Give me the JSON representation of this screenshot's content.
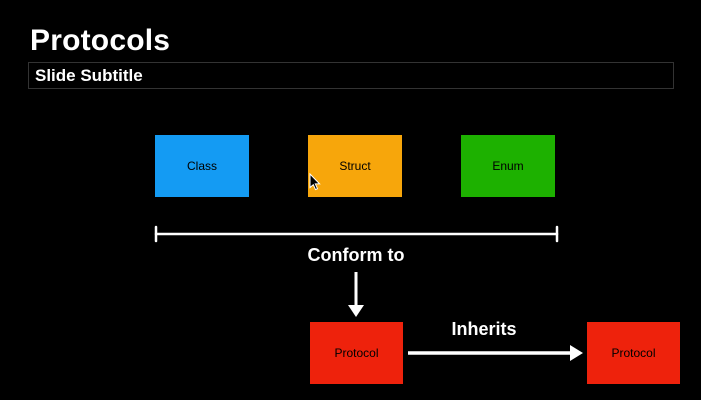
{
  "slide": {
    "title": "Protocols",
    "subtitle": "Slide Subtitle"
  },
  "diagram": {
    "type_boxes": [
      {
        "label": "Class",
        "color": "#149bf3"
      },
      {
        "label": "Struct",
        "color": "#f7a60b"
      },
      {
        "label": "Enum",
        "color": "#1db100"
      }
    ],
    "relations": {
      "conform_label": "Conform to",
      "inherits_label": "Inherits"
    },
    "protocol_boxes": [
      {
        "label": "Protocol",
        "color": "#ee220c"
      },
      {
        "label": "Protocol",
        "color": "#ee220c"
      }
    ]
  },
  "icons": {
    "cursor_icon": "arrow-pointer"
  },
  "colors": {
    "background": "#000000",
    "title_text": "#ffffff",
    "box_text": "#000000",
    "connector_line": "#ffffff",
    "subtitle_border": "#333333"
  }
}
